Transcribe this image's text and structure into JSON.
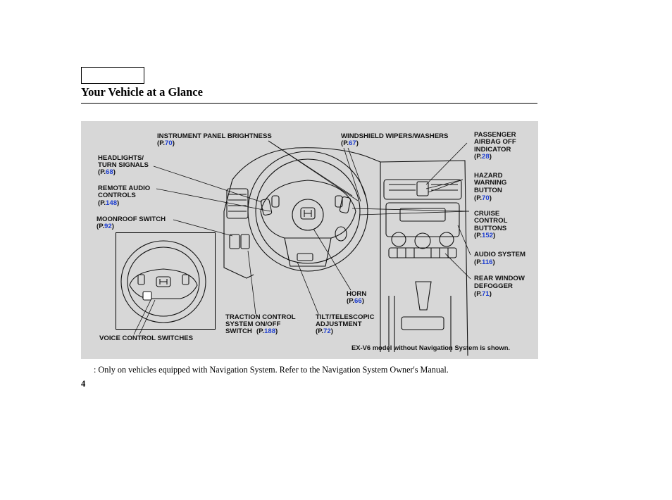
{
  "page": {
    "title": "Your Vehicle at a Glance",
    "page_number": "4",
    "footnote": ": Only on vehicles equipped with Navigation System. Refer to the Navigation System Owner's Manual.",
    "model_note": "EX-V6 model without Navigation System is shown."
  },
  "colors": {
    "panel": "#d7d7d7",
    "ref_link": "#1f3fcf"
  },
  "callouts": {
    "instrument_panel_brightness": {
      "l1": "INSTRUMENT PANEL BRIGHTNESS",
      "ref": "70"
    },
    "windshield_wipers": {
      "l1": "WINDSHIELD WIPERS/WASHERS",
      "ref": "67"
    },
    "passenger_airbag": {
      "l1": "PASSENGER",
      "l2": "AIRBAG OFF",
      "l3": "INDICATOR",
      "ref": "28"
    },
    "headlights": {
      "l1": "HEADLIGHTS/",
      "l2": "TURN SIGNALS",
      "ref": "68"
    },
    "hazard": {
      "l1": "HAZARD",
      "l2": "WARNING",
      "l3": "BUTTON",
      "ref": "70"
    },
    "remote_audio": {
      "l1": "REMOTE AUDIO",
      "l2": "CONTROLS",
      "ref": "148"
    },
    "cruise": {
      "l1": "CRUISE",
      "l2": "CONTROL",
      "l3": "BUTTONS",
      "ref": "152"
    },
    "moonroof": {
      "l1": "MOONROOF SWITCH",
      "ref": "92"
    },
    "audio_system": {
      "l1": "AUDIO SYSTEM",
      "ref": "116"
    },
    "rear_defogger": {
      "l1": "REAR WINDOW",
      "l2": "DEFOGGER",
      "ref": "71"
    },
    "horn": {
      "l1": "HORN",
      "ref": "66"
    },
    "traction": {
      "l1": "TRACTION CONTROL",
      "l2": "SYSTEM ON/OFF",
      "l3": "SWITCH",
      "ref": "188"
    },
    "tilt": {
      "l1": "TILT/TELESCOPIC",
      "l2": "ADJUSTMENT",
      "ref": "72"
    },
    "voice": {
      "l1": "VOICE CONTROL SWITCHES"
    }
  },
  "ref_prefix": "P.",
  "icons": [
    "honda-logo-icon",
    "steering-wheel-icon",
    "gear-shift-icon"
  ]
}
